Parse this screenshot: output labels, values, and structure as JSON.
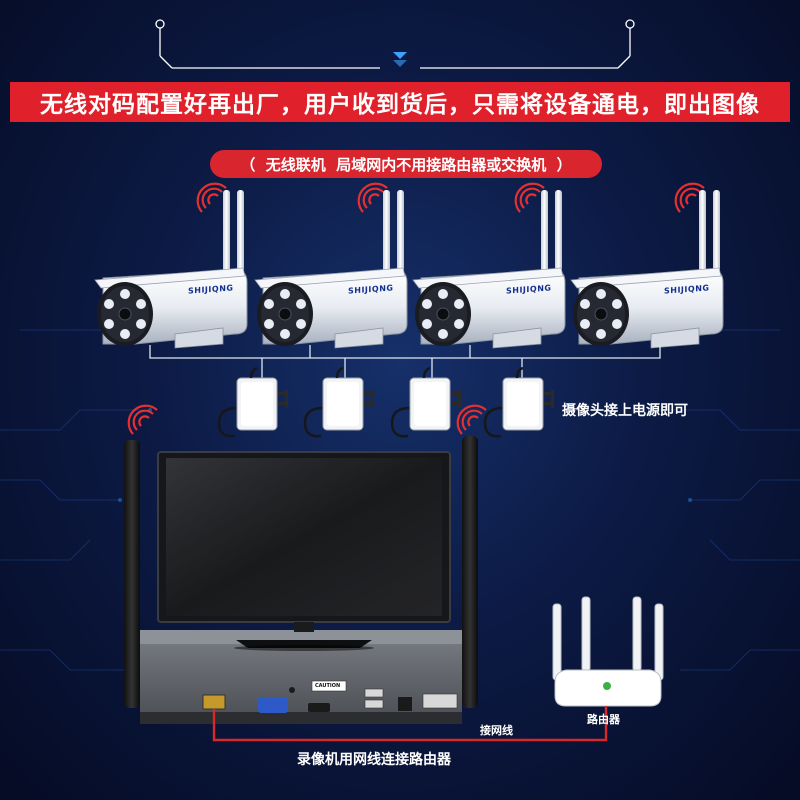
{
  "banner": {
    "text": "无线对码配置好再出厂，用户收到货后，只需将设备通电，即出图像"
  },
  "sub_banner": {
    "text": "（  无线联机  局域网内不用接路由器或交换机  ）"
  },
  "cameras": [
    {
      "brand": "SHIJIQNG"
    },
    {
      "brand": "SHIJIQNG"
    },
    {
      "brand": "SHIJIQNG"
    },
    {
      "brand": "SHIJIQNG"
    }
  ],
  "power_note": "摄像头接上电源即可",
  "nvr": {
    "panel_label": "CAUTION"
  },
  "cable_label": "接网线",
  "router_label": "路由器",
  "bottom_caption": "录像机用网线连接路由器",
  "colors": {
    "banner_red": "#e0212b",
    "signal_red": "#e53030",
    "cable_red": "#d8282a",
    "background_dark": "#0c1a44",
    "cyan_accent": "#2f86d8"
  },
  "icons": [
    "wifi-signal-icon",
    "power-adapter-icon",
    "arrow-down-icon"
  ]
}
